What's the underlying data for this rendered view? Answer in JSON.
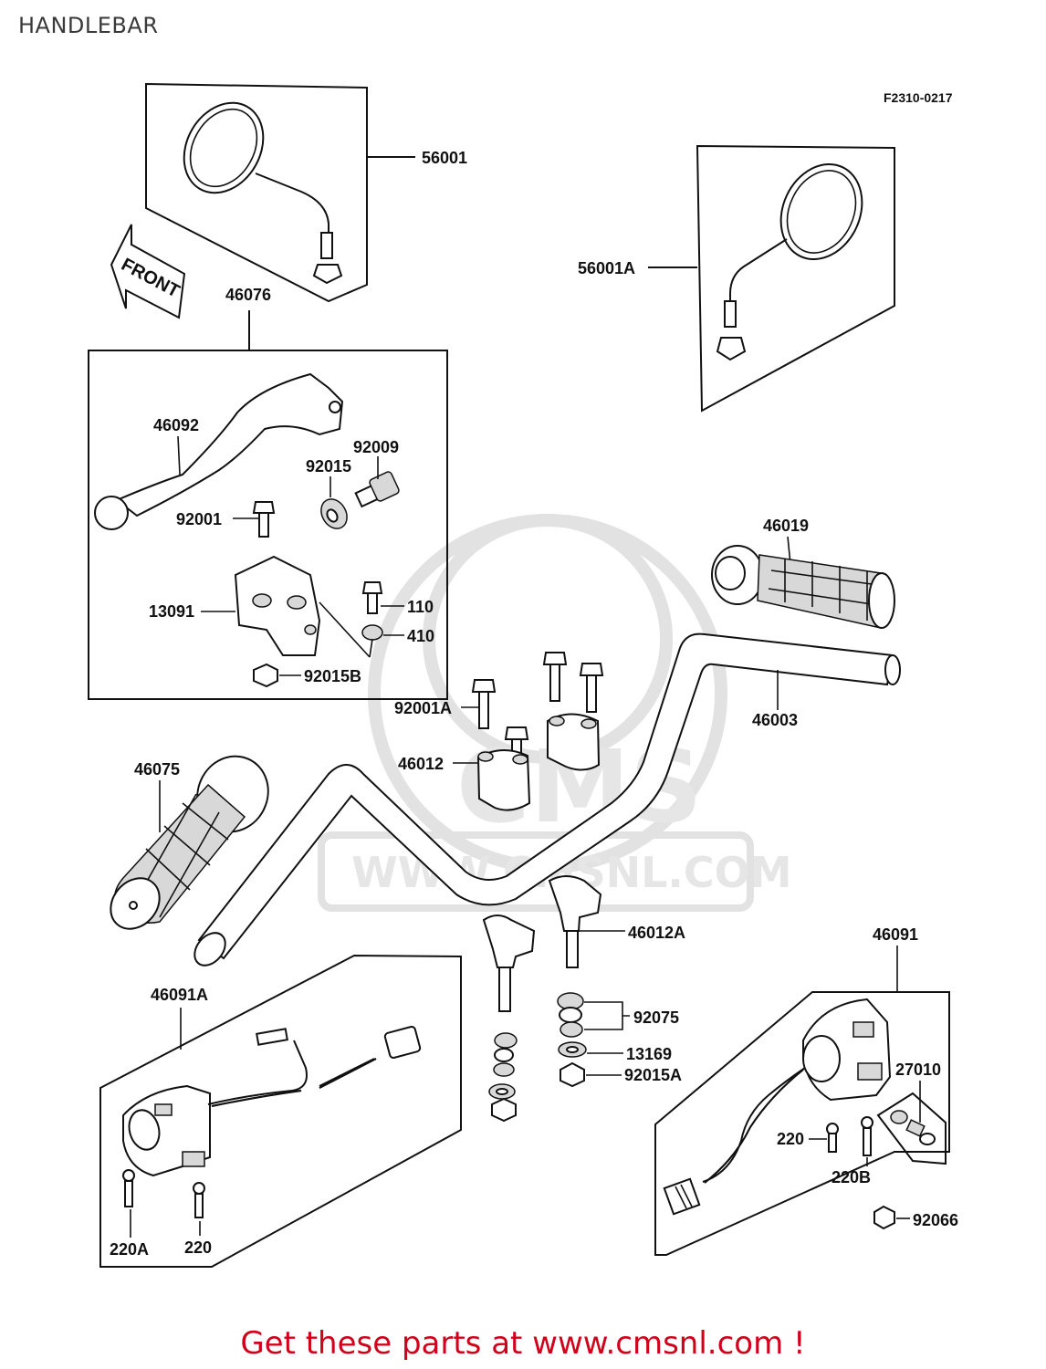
{
  "title": "HANDLEBAR",
  "figure_code": "F2310-0217",
  "front_arrow_label": "FRONT",
  "watermark": {
    "brand": "CMS",
    "url": "WWW.CMSNL.COM"
  },
  "footer": "Get these parts at www.cmsnl.com !",
  "parts": {
    "mirror_left": "56001",
    "mirror_right": "56001A",
    "lever_assembly": "46076",
    "lever": "46092",
    "adjuster": "92009",
    "adjuster_nut": "92015",
    "pivot_bolt": "92001",
    "lever_holder": "13091",
    "holder_bolt": "110",
    "washer": "410",
    "pivot_nut": "92015B",
    "grip_right": "46019",
    "handlebar": "46003",
    "clamp_bolts": "92001A",
    "upper_clamp": "46012",
    "grip_left": "46075",
    "lower_clamp": "46012A",
    "switch_left": "46091A",
    "switch_right": "46091",
    "damper": "92075",
    "clamp_washer": "13169",
    "clamp_nut": "92015A",
    "switch_part": "27010",
    "screw_right": "220",
    "screw_right_b": "220B",
    "switch_nut": "92066",
    "screw_left_a": "220A",
    "screw_left": "220"
  }
}
